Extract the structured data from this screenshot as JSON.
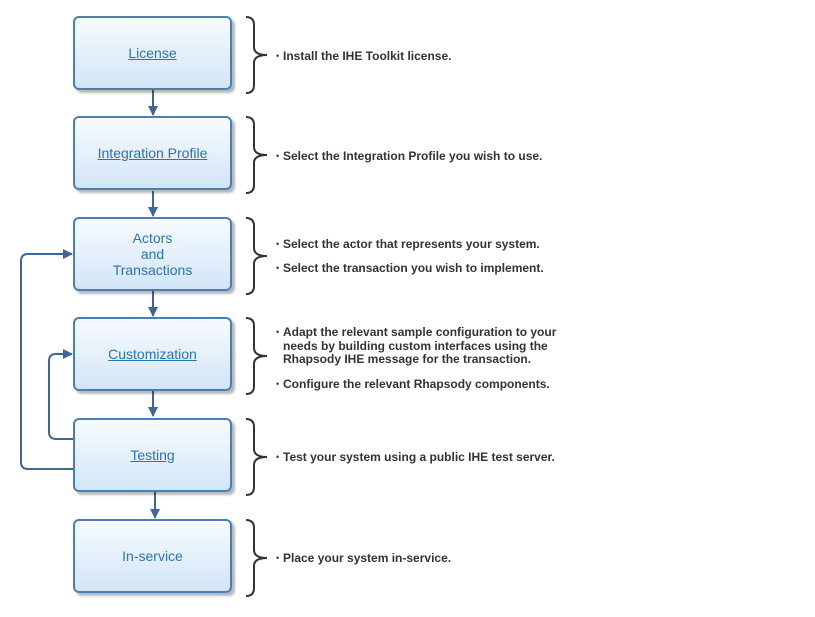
{
  "steps": [
    {
      "label": "License",
      "link": true,
      "notes": [
        "Install the IHE Toolkit license."
      ]
    },
    {
      "label": "Integration Profile",
      "link": true,
      "notes": [
        "Select the Integration Profile you wish to use."
      ]
    },
    {
      "label": "Actors\nand\nTransactions",
      "link": false,
      "notes": [
        "Select the actor that represents your system.",
        "Select the transaction you wish to implement."
      ]
    },
    {
      "label": "Customization",
      "link": true,
      "notes": [
        "Adapt the relevant sample configuration to your needs by building custom interfaces using the Rhapsody IHE message for the transaction.",
        "Configure the relevant Rhapsody components."
      ]
    },
    {
      "label": "Testing",
      "link": true,
      "notes": [
        "Test your system using a public IHE test server."
      ]
    },
    {
      "label": "In-service",
      "link": false,
      "notes": [
        "Place your system in-service."
      ]
    }
  ],
  "bullet_char": "•",
  "colors": {
    "box_border": "#4a7fb5",
    "box_text": "#2a74b8",
    "connector": "#3d6896",
    "brace": "#333333",
    "note_text": "#333333"
  }
}
